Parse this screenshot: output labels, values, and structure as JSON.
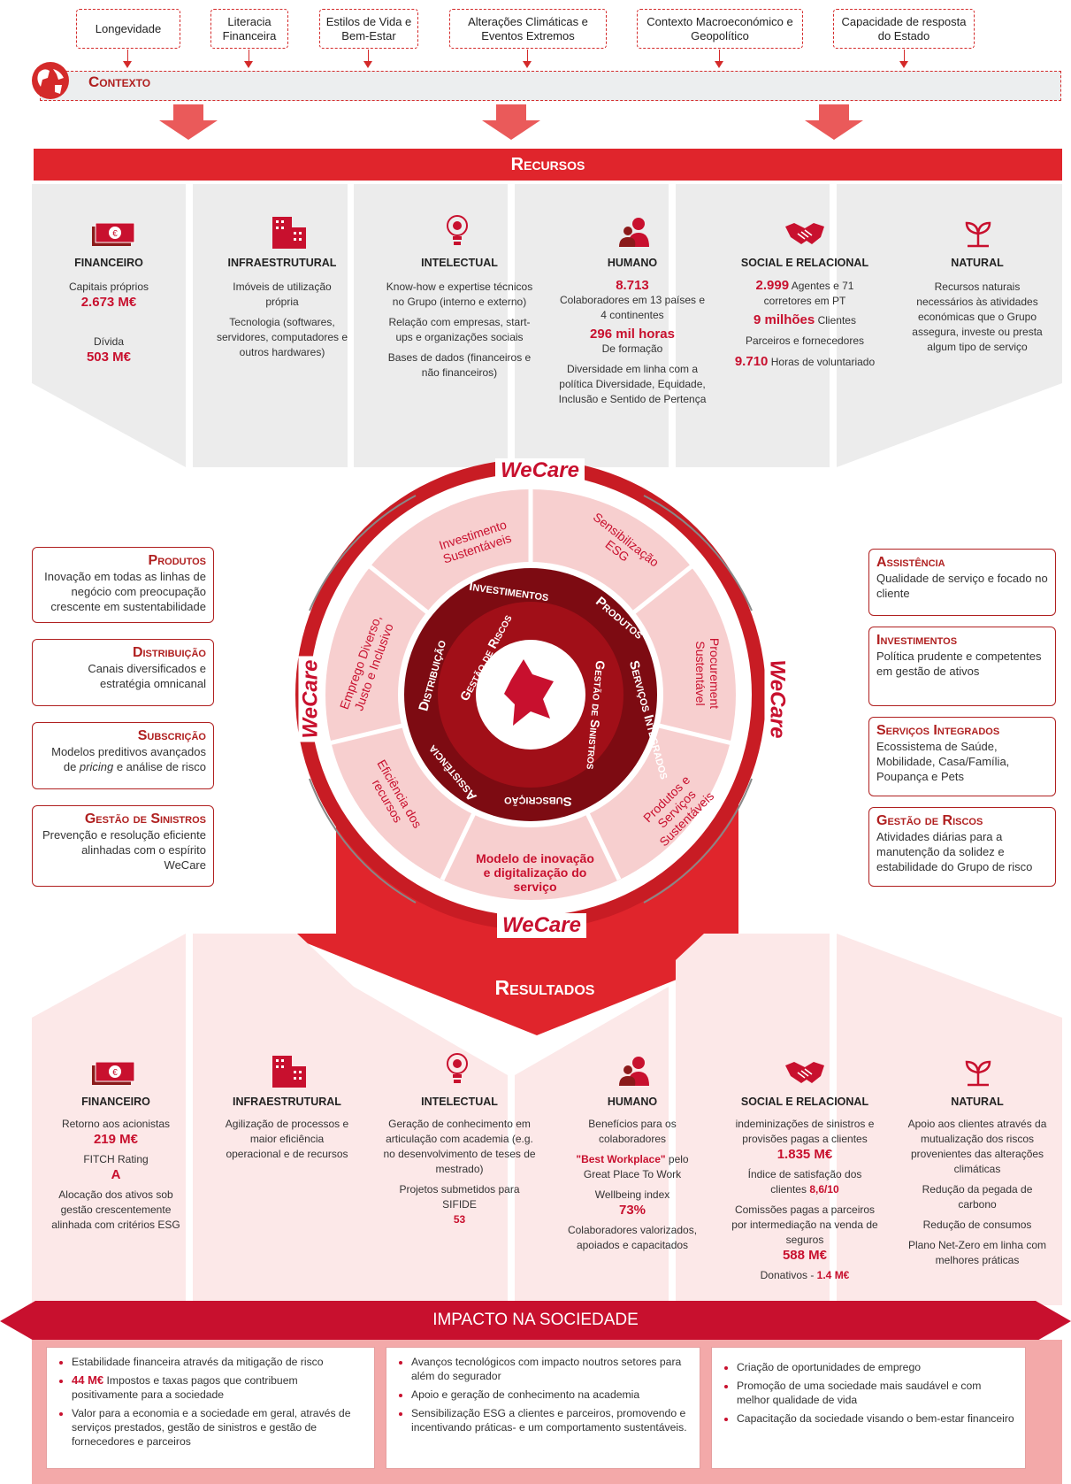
{
  "context": {
    "factors": [
      "Longevidade",
      "Literacia Financeira",
      "Estilos de Vida e Bem-Estar",
      "Alterações Climáticas e Eventos Extremos",
      "Contexto Macroeconómico e Geopolítico",
      "Capacidade de resposta do Estado"
    ],
    "label": "Contexto"
  },
  "recursos": {
    "title": "Recursos",
    "cols": [
      {
        "title": "FINANCEIRO",
        "l1": "Capitais próprios",
        "v1": "2.673 M€",
        "l2": "Dívida",
        "v2": "503 M€"
      },
      {
        "title": "INFRAESTRUTURAL",
        "l1": "Imóveis de utilização própria",
        "l2": "Tecnologia (softwares, servidores, computadores e outros hardwares)"
      },
      {
        "title": "INTELECTUAL",
        "l1": "Know-how e expertise técnicos no Grupo (interno e externo)",
        "l2": "Relação com empresas, start-ups e organizações sociais",
        "l3": "Bases de dados (financeiros e não financeiros)"
      },
      {
        "title": "HUMANO",
        "v1": "8.713",
        "l1": "Colaboradores em 13 países e 4 continentes",
        "v2": "296 mil horas",
        "l2": "De formação",
        "l3": "Diversidade em linha com a política Diversidade, Equidade, Inclusão e Sentido de Pertença"
      },
      {
        "title": "SOCIAL E RELACIONAL",
        "v1": "2.999",
        "l1": "Agentes e 71 corretores em PT",
        "v2": "9 milhões",
        "l2": "Clientes",
        "l3": "Parceiros e fornecedores",
        "v4": "9.710",
        "l4": "Horas de voluntariado"
      },
      {
        "title": "NATURAL",
        "l1": "Recursos naturais necessários às atividades económicas que o Grupo assegura, investe ou presta algum tipo de serviço"
      }
    ]
  },
  "left_boxes": [
    {
      "h": "Produtos",
      "t": "Inovação em todas as linhas de negócio com preocupação crescente em sustentabilidade"
    },
    {
      "h": "Distribuição",
      "t": "Canais diversificados e estratégia omnicanal"
    },
    {
      "h": "Subscrição",
      "t1": "Modelos preditivos avançados de ",
      "t_em": "pricing",
      "t2": " e análise de risco"
    },
    {
      "h": "Gestão de Sinistros",
      "t": "Prevenção e resolução eficiente alinhadas com o espírito WeCare"
    }
  ],
  "right_boxes": [
    {
      "h": "Assistência",
      "t": "Qualidade de serviço e focado no cliente"
    },
    {
      "h": "Investimentos",
      "t": "Política prudente e competentes em gestão de ativos"
    },
    {
      "h": "Serviços Integrados",
      "t": "Ecossistema de Saúde, Mobilidade, Casa/Família, Poupança e Pets"
    },
    {
      "h": "Gestão de Riscos",
      "t": "Atividades diárias para a manutenção da solidez e estabilidade do Grupo de risco"
    }
  ],
  "wheel": {
    "wecare": "WeCare",
    "segments": [
      "Investimento Sustentáveis",
      "Sensibilização ESG",
      "Procurement Sustentável",
      "Produtos e Serviços Sustentáveis",
      "Modelo de inovação e digitalização do serviço",
      "Eficiência dos recursos",
      "Emprego Diverso, Justo e Inclusivo"
    ],
    "core": [
      "Investimentos",
      "Produtos",
      "Serviços Integrados",
      "Subscrição",
      "Assistência",
      "Distribuição",
      "Gestão de Riscos",
      "Gestão de Sinistros"
    ]
  },
  "resultados": {
    "title": "Resultados",
    "cols": [
      {
        "title": "FINANCEIRO",
        "l1": "Retorno aos acionistas",
        "v1": "219 M€",
        "l2": "FITCH Rating",
        "v2": "A",
        "l3": "Alocação dos ativos sob gestão crescentemente alinhada com critérios ESG"
      },
      {
        "title": "INFRAESTRUTURAL",
        "l1": "Agilização de processos e maior eficiência operacional e de recursos"
      },
      {
        "title": "INTELECTUAL",
        "l1": "Geração de conhecimento em articulação com academia (e.g. no desenvolvimento de teses de mestrado)",
        "l2": "Projetos submetidos para SIFIDE",
        "v2": "53"
      },
      {
        "title": "HUMANO",
        "l1": "Benefícios para os colaboradores",
        "v1": "\"Best Workplace\"",
        "l1b": "pelo Great Place To Work",
        "l2": "Wellbeing index",
        "v2": "73%",
        "l3": "Colaboradores valorizados, apoiados e capacitados"
      },
      {
        "title": "SOCIAL E RELACIONAL",
        "l1": "indeminizações de sinistros e provisões pagas a clientes",
        "v1": "1.835 M€",
        "l2": "Índice de satisfação dos clientes",
        "v2": "8,6/10",
        "l3": "Comissões pagas a parceiros por intermediação na venda de seguros",
        "v3": "588 M€",
        "l4": "Donativos - ",
        "v4": "1.4 M€"
      },
      {
        "title": "NATURAL",
        "l1": "Apoio aos clientes através da mutualização dos riscos provenientes das alterações climáticas",
        "l2": "Redução da pegada de carbono",
        "l3": "Redução de consumos",
        "l4": "Plano Net-Zero em linha com melhores práticas"
      }
    ]
  },
  "impacto": {
    "title": "Impacto na sociedade",
    "col1": [
      "Estabilidade financeira através da mitigação de risco",
      "Impostos e taxas pagos que contribuem positivamente para a sociedade",
      "Valor para a economia e a sociedade em geral, através de serviços prestados, gestão de sinistros e gestão de fornecedores e parceiros"
    ],
    "col1_value": "44 M€",
    "col2": [
      "Avanços tecnológicos com impacto noutros setores para além do segurador",
      "Apoio e geração de conhecimento na academia",
      "Sensibilização ESG a clientes e parceiros, promovendo e incentivando práticas- e um comportamento sustentáveis."
    ],
    "col3": [
      "Criação de oportunidades de emprego",
      "Promoção de uma sociedade mais saudável e com melhor qualidade de vida",
      "Capacitação da sociedade visando o bem-estar financeiro"
    ]
  },
  "colors": {
    "red": "#e0252c",
    "darkred": "#8b0d15",
    "pink": "#f6c9c9",
    "gray": "#ececec"
  },
  "icons": [
    "globe-icon",
    "money-icon",
    "building-icon",
    "lightbulb-icon",
    "people-icon",
    "handshake-icon",
    "plant-icon",
    "map-logo-icon"
  ]
}
